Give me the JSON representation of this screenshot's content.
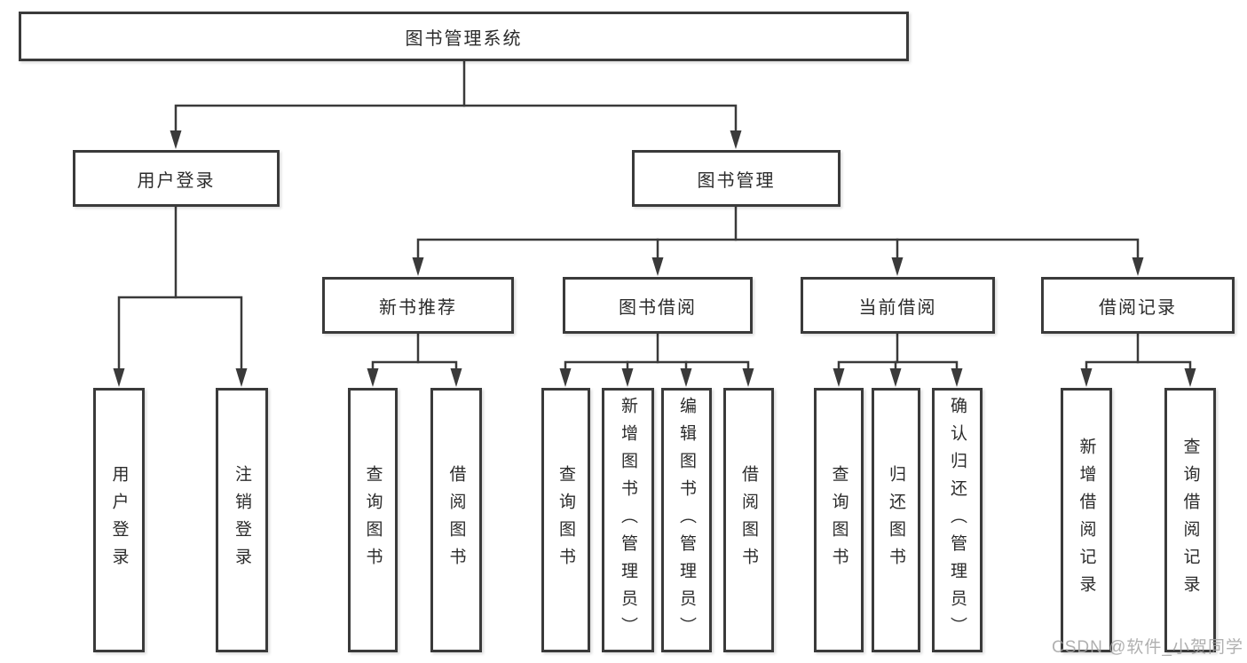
{
  "diagram": {
    "root": {
      "label": "图书管理系统"
    },
    "level1": [
      {
        "label": "用户登录"
      },
      {
        "label": "图书管理"
      }
    ],
    "level2": [
      {
        "label": "新书推荐"
      },
      {
        "label": "图书借阅"
      },
      {
        "label": "当前借阅"
      },
      {
        "label": "借阅记录"
      }
    ],
    "leaves": {
      "user_login": [
        {
          "label": "用户登录"
        },
        {
          "label": "注销登录"
        }
      ],
      "new_books": [
        {
          "label": "查询图书"
        },
        {
          "label": "借阅图书"
        }
      ],
      "book_borrow": [
        {
          "label": "查询图书"
        },
        {
          "label": "新增图书（管理员）"
        },
        {
          "label": "编辑图书（管理员）"
        },
        {
          "label": "借阅图书"
        }
      ],
      "current_borrow": [
        {
          "label": "查询图书"
        },
        {
          "label": "归还图书"
        },
        {
          "label": "确认归还（管理员）"
        }
      ],
      "borrow_records": [
        {
          "label": "新增借阅记录"
        },
        {
          "label": "查询借阅记录"
        }
      ]
    },
    "watermark": "CSDN @软件_小贺同学",
    "colors": {
      "line": "#3a3a3a",
      "text": "#2b2b2b",
      "watermark": "#a3a3a3",
      "background": "#ffffff"
    }
  }
}
